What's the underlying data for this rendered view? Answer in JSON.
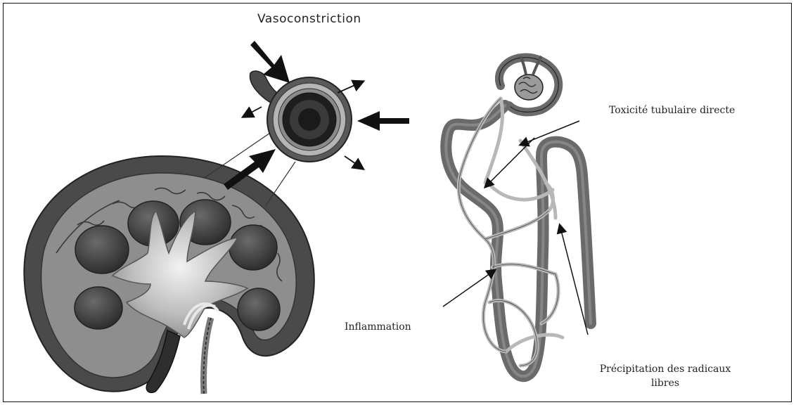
{
  "labels": {
    "vasoconstriction": "Vasoconstriction",
    "tubular_toxicity": "Toxicité tubulaire directe",
    "inflammation": "Inflammation",
    "free_radical_precipitation": "Précipitation des radicaux libres"
  },
  "colors": {
    "ink": "#222222",
    "cortex": "#8a8a8a",
    "cortex_outer": "#4a4a4a",
    "pyramid": "#3c3c3c",
    "tubule": "#7a7a7a",
    "capillary": "#b8b8b8"
  }
}
